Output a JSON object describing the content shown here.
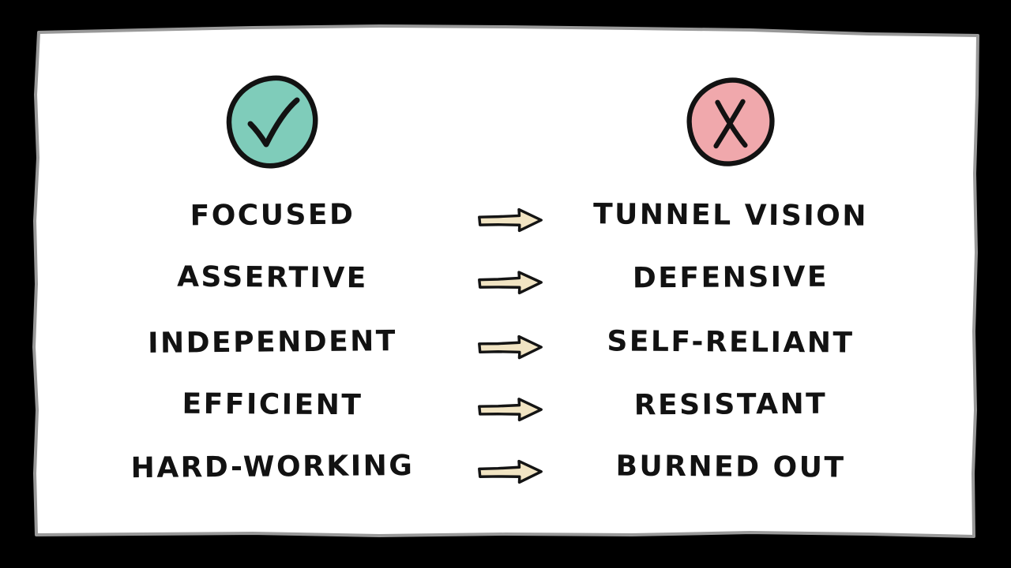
{
  "canvas": {
    "background": "#000000",
    "card_background": "#ffffff",
    "card_border_color": "#999999",
    "ink_color": "#121212"
  },
  "header": {
    "positive_icon": "check-circle-icon",
    "positive_fill": "#7fccba",
    "negative_icon": "x-circle-icon",
    "negative_fill": "#f0a8ac",
    "icon_stroke": "#121212"
  },
  "arrow": {
    "icon": "right-arrow-icon",
    "fill": "#f1e4c3",
    "stroke": "#141414"
  },
  "rows": [
    {
      "positive": "FOCUSED",
      "negative": "TUNNEL VISION"
    },
    {
      "positive": "ASSERTIVE",
      "negative": "DEFENSIVE"
    },
    {
      "positive": "INDEPENDENT",
      "negative": "SELF-RELIANT"
    },
    {
      "positive": "EFFICIENT",
      "negative": "RESISTANT"
    },
    {
      "positive": "HARD-WORKING",
      "negative": "BURNED OUT"
    }
  ]
}
